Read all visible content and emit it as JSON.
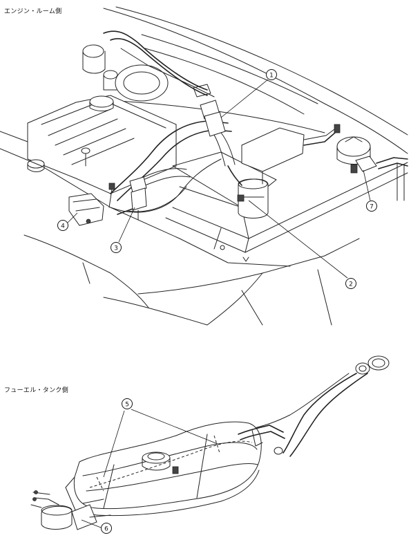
{
  "sections": {
    "engine_room_label": "エンジン・ルーム側",
    "fuel_tank_label": "フューエル・タンク側"
  },
  "callouts": {
    "c1": "1",
    "c2": "2",
    "c3": "3",
    "c4": "4",
    "c5": "5",
    "c6": "6",
    "c7": "7"
  }
}
